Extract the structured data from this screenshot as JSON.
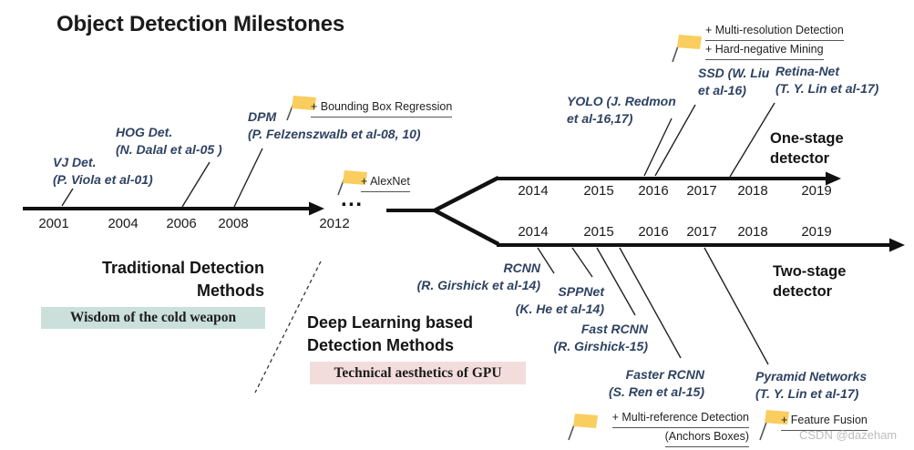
{
  "title": "Object Detection Milestones",
  "watermark": "CSDN @dazeham",
  "colors": {
    "accent_navy": "#2E4262",
    "flag_yellow": "#F9CD5E",
    "green_highlight": "#CBE0DA",
    "pink_highlight": "#F3DDDC",
    "line_black": "#111111",
    "watermark_gray": "#BDBDBD"
  },
  "traditional": {
    "heading_line1": "Traditional Detection",
    "heading_line2": "Methods",
    "tagline": "Wisdom of the cold weapon",
    "years": [
      "2001",
      "2004",
      "2006",
      "2008",
      "2012"
    ],
    "ellipsis": "...",
    "milestones": {
      "vj": {
        "name": "VJ Det.",
        "cite": "(P. Viola et al-01)"
      },
      "hog": {
        "name": "HOG Det.",
        "cite": "(N. Dalal et al-05 )"
      },
      "dpm": {
        "name": "DPM",
        "cite": "(P. Felzenszwalb et al-08, 10)"
      }
    }
  },
  "deep": {
    "heading_line1": "Deep Learning based",
    "heading_line2": "Detection Methods",
    "tagline": "Technical aesthetics of GPU"
  },
  "flags": {
    "bbox_regression": "+ Bounding Box Regression",
    "alexnet": "+ AlexNet",
    "multi_resolution": "+ Multi-resolution Detection",
    "hard_negative": "+ Hard-negative Mining",
    "multi_reference": "+ Multi-reference Detection",
    "anchors_boxes": "(Anchors Boxes)",
    "feature_fusion": "+ Feature Fusion"
  },
  "one_stage": {
    "heading_line1": "One-stage",
    "heading_line2": "detector",
    "years": [
      "2014",
      "2015",
      "2016",
      "2017",
      "2018",
      "2019"
    ],
    "milestones": {
      "yolo": {
        "line1": "YOLO (J. Redmon",
        "line2": "et al-16,17)"
      },
      "ssd": {
        "line1": "SSD (W. Liu",
        "line2": "et al-16)"
      },
      "retina": {
        "line1": "Retina-Net",
        "line2": "(T. Y. Lin et al-17)"
      }
    }
  },
  "two_stage": {
    "heading_line1": "Two-stage",
    "heading_line2": "detector",
    "years": [
      "2014",
      "2015",
      "2016",
      "2017",
      "2018",
      "2019"
    ],
    "milestones": {
      "rcnn": {
        "line1": "RCNN",
        "line2": "(R. Girshick et al-14)"
      },
      "sppnet": {
        "line1": "SPPNet",
        "line2": "(K. He et al-14)"
      },
      "fast_rcnn": {
        "line1": "Fast RCNN",
        "line2": "(R. Girshick-15)"
      },
      "faster_rcnn": {
        "line1": "Faster RCNN",
        "line2": "(S. Ren et al-15)"
      },
      "pyramid": {
        "line1": "Pyramid Networks",
        "line2": "(T. Y. Lin et al-17)"
      }
    }
  }
}
